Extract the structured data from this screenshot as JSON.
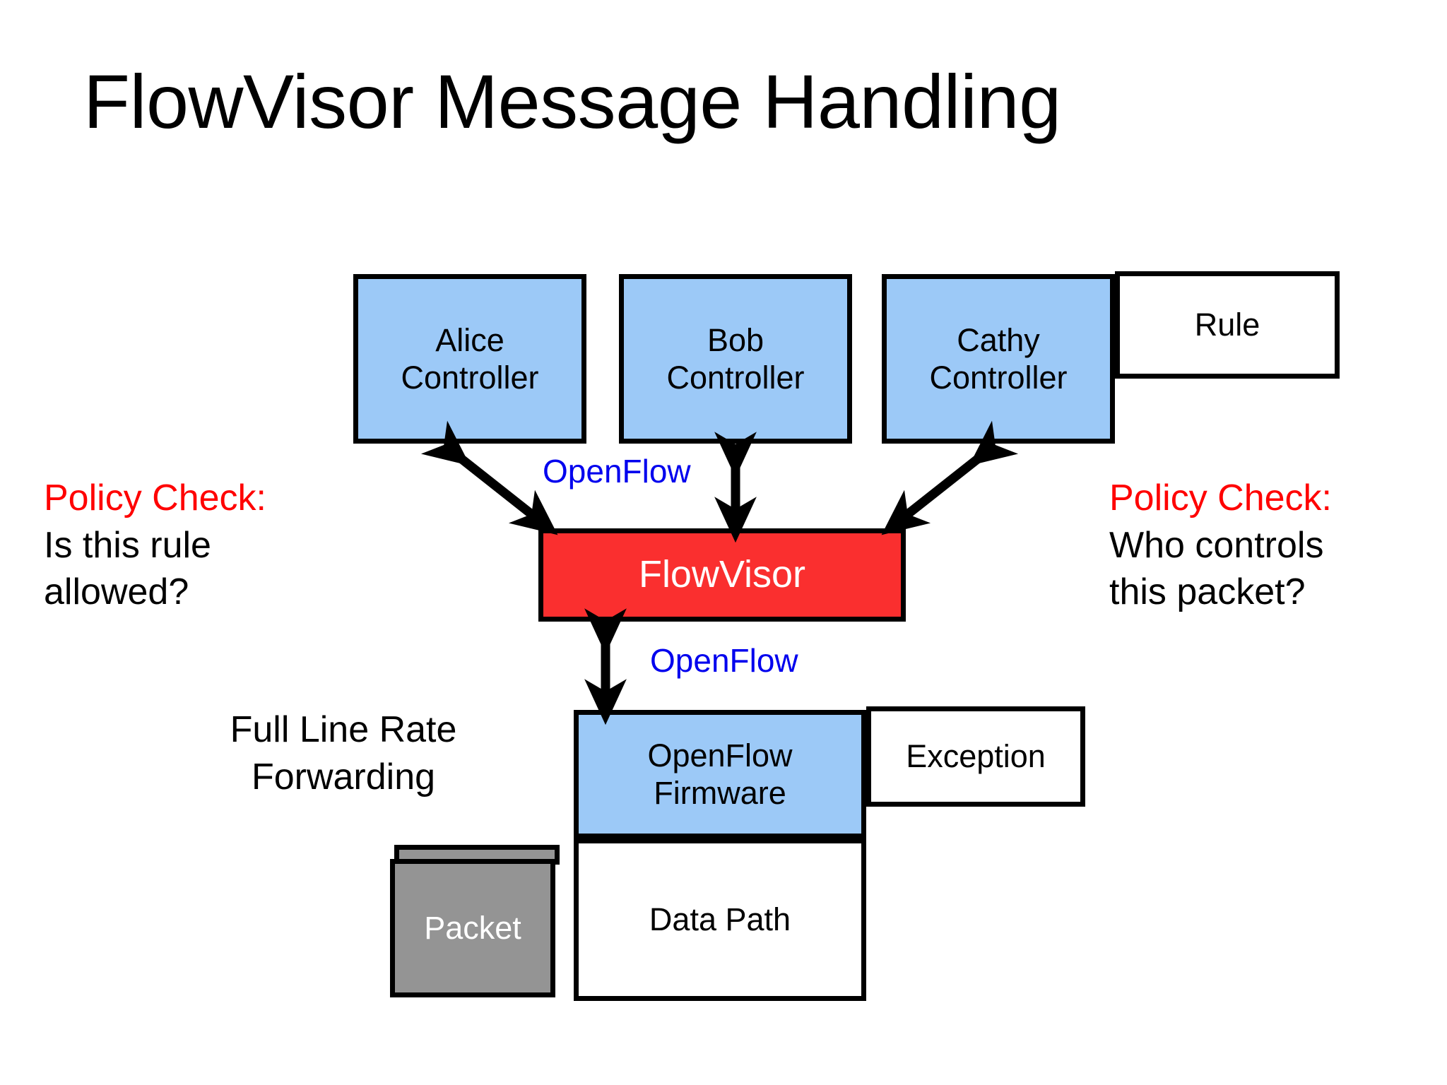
{
  "slide": {
    "title": "FlowVisor Message Handling",
    "background_color": "#ffffff"
  },
  "colors": {
    "controller_fill": "#9CC9F7",
    "flowvisor_fill": "#FA2F2F",
    "packet_fill": "#949494",
    "policy_heading": "#FF0000",
    "openflow_label": "#0000EE",
    "border": "#000000"
  },
  "controllers": [
    {
      "name": "controller-alice",
      "line1": "Alice",
      "line2": "Controller"
    },
    {
      "name": "controller-bob",
      "line1": "Bob",
      "line2": "Controller"
    },
    {
      "name": "controller-cathy",
      "line1": "Cathy",
      "line2": "Controller"
    }
  ],
  "rule_box": {
    "label": "Rule"
  },
  "flowvisor": {
    "label": "FlowVisor"
  },
  "switch": {
    "firmware_line1": "OpenFlow",
    "firmware_line2": "Firmware",
    "datapath_label": "Data Path",
    "exception_label": "Exception"
  },
  "packet": {
    "label": "Packet"
  },
  "annotations": {
    "policy_left": {
      "heading": "Policy Check:",
      "line1": "Is this rule",
      "line2": "allowed?"
    },
    "policy_right": {
      "heading": "Policy Check:",
      "line1": "Who controls",
      "line2": "this packet?"
    },
    "forwarding": {
      "line1": "Full Line Rate",
      "line2": "Forwarding"
    }
  },
  "links": {
    "openflow_upper": "OpenFlow",
    "openflow_lower": "OpenFlow"
  }
}
